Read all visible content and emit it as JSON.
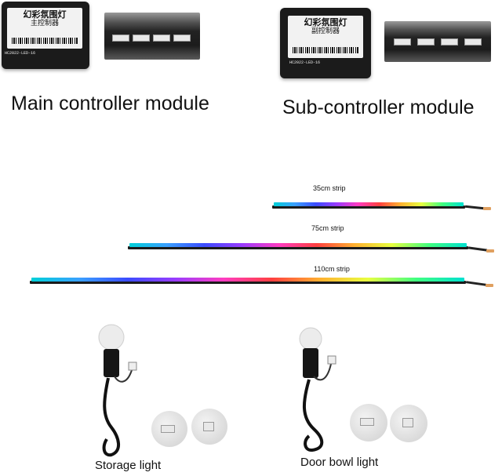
{
  "modules": {
    "main": {
      "caption": "Main controller module",
      "sticker_line1": "幻彩氛围灯",
      "sticker_line2": "主控制器",
      "model": "HC2022-LED-16"
    },
    "sub": {
      "caption": "Sub-controller module",
      "sticker_line1": "幻彩氛围灯",
      "sticker_line2": "副控制器",
      "model": "HC2022-LED-16"
    }
  },
  "strips": [
    {
      "label": "35cm strip"
    },
    {
      "label": "75cm strip"
    },
    {
      "label": "110cm strip"
    }
  ],
  "lights": {
    "storage": {
      "caption": "Storage light"
    },
    "door_bowl": {
      "caption": "Door bowl light"
    }
  },
  "colors": {
    "module_body": "#1b1b1b",
    "sticker": "#f2f2f2"
  }
}
